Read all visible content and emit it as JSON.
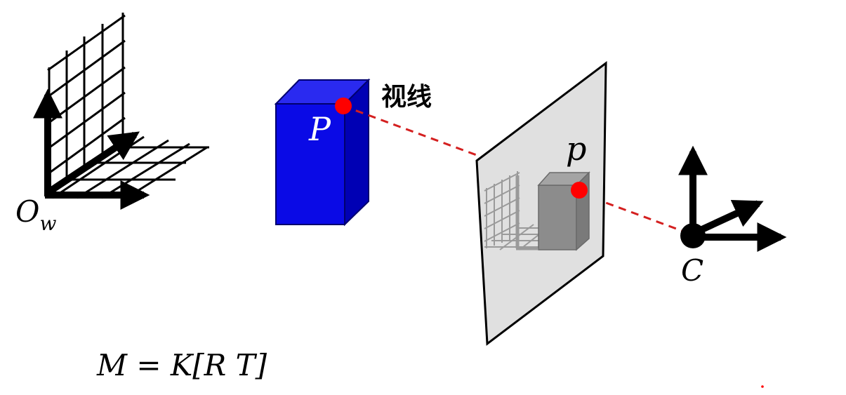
{
  "diagram": {
    "world_origin_label": {
      "main": "O",
      "sub": "w"
    },
    "object_point_label": "P",
    "sight_line_label": "视线",
    "image_point_label": "p",
    "camera_center_label": "C",
    "equation": "M = K[R T]",
    "colors": {
      "object_fill": "#0a0ae6",
      "object_top": "#2a2af0",
      "object_side": "#0000b4",
      "point": "#ff0000",
      "ray": "#d42020",
      "image_plane": "#e0e0e0",
      "projected_object": "#8c8c8c",
      "projected_grid": "#9a9a9a",
      "axes": "#000000"
    }
  }
}
